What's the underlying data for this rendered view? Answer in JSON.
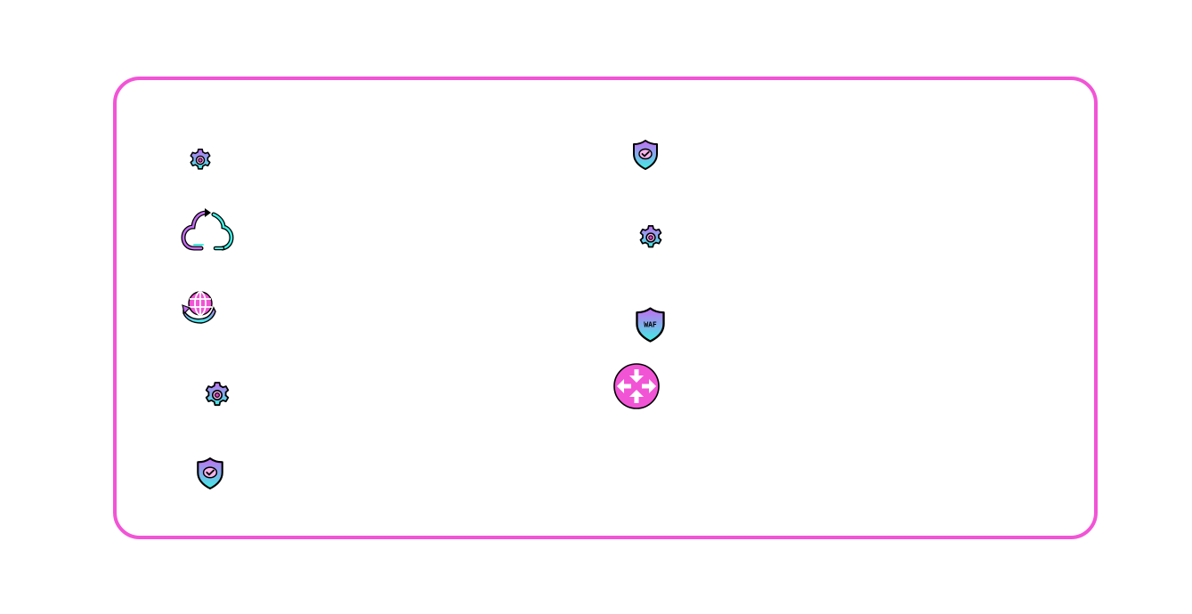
{
  "panel": {
    "border_color": "#f254d6"
  },
  "gradient": {
    "top": "#c46cf2",
    "bottom": "#3ff0e4"
  },
  "icons": [
    {
      "name": "gear-icon",
      "column": "left"
    },
    {
      "name": "cloud-sync-icon",
      "column": "left"
    },
    {
      "name": "globe-refresh-icon",
      "column": "left"
    },
    {
      "name": "gear-icon",
      "column": "left"
    },
    {
      "name": "shield-check-icon",
      "column": "left"
    },
    {
      "name": "shield-check-icon",
      "column": "right"
    },
    {
      "name": "gear-icon",
      "column": "right"
    },
    {
      "name": "waf-shield-icon",
      "column": "right"
    },
    {
      "name": "router-icon",
      "column": "right"
    }
  ],
  "waf_label": "WAF"
}
